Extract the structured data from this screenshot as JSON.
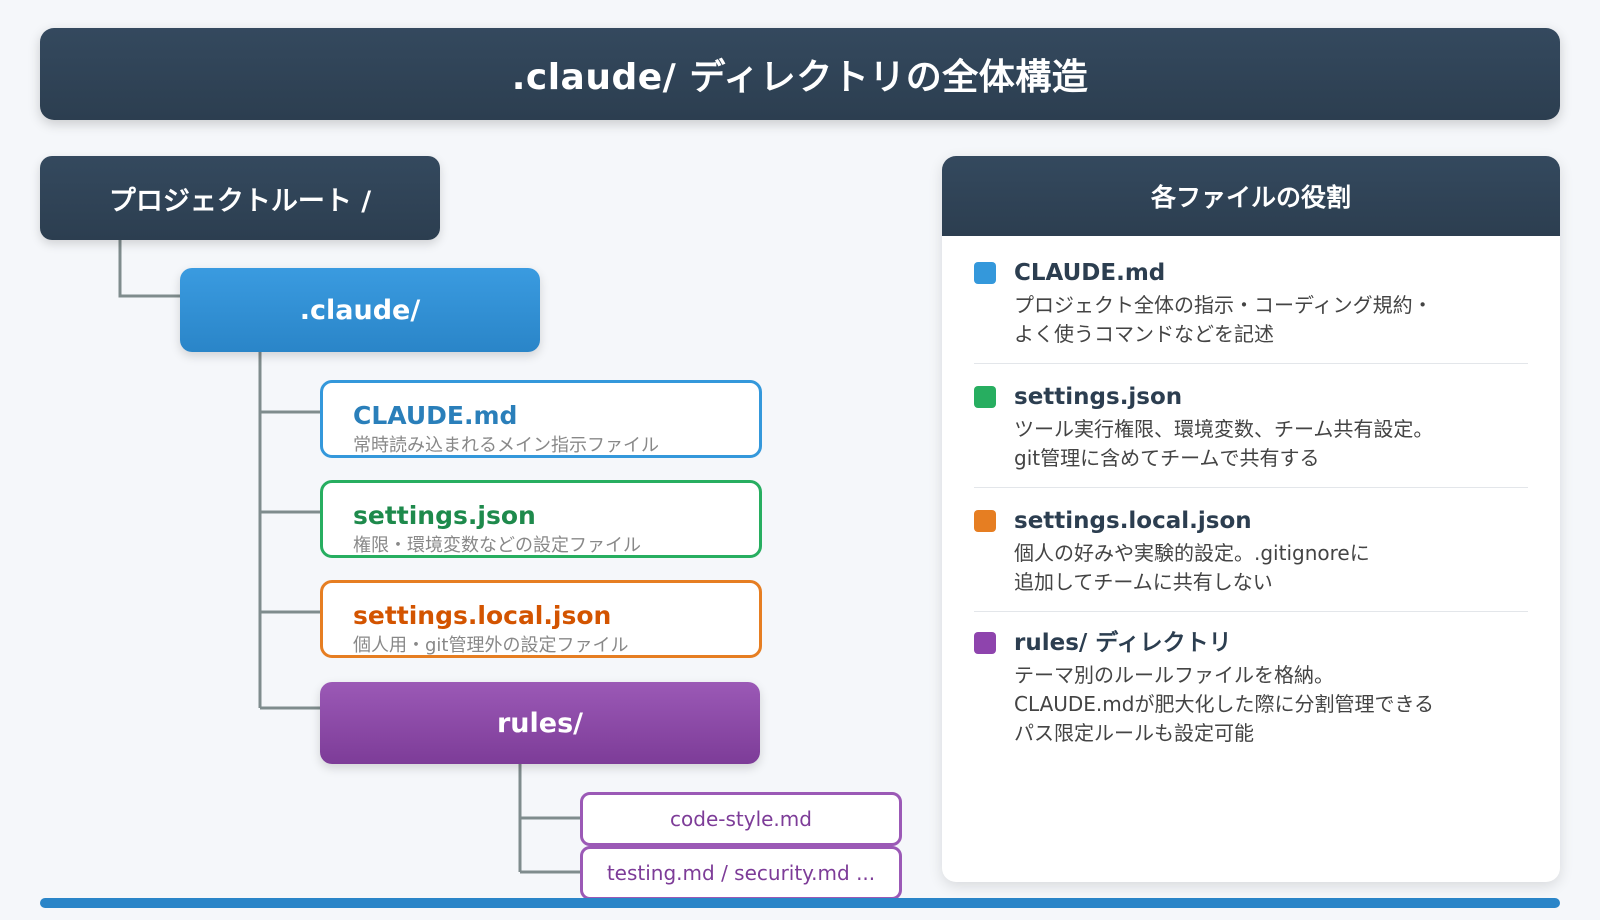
{
  "title": ".claude/ ディレクトリの全体構造",
  "tree": {
    "root": "プロジェクトルート /",
    "claude_dir": ".claude/",
    "files": [
      {
        "name": "CLAUDE.md",
        "desc": "常時読み込まれるメイン指示ファイル",
        "color": "#3498db"
      },
      {
        "name": "settings.json",
        "desc": "権限・環境変数などの設定ファイル",
        "color": "#27ae60"
      },
      {
        "name": "settings.local.json",
        "desc": "個人用・git管理外の設定ファイル",
        "color": "#e67e22"
      }
    ],
    "rules_dir": "rules/",
    "rule_files": [
      "code-style.md",
      "testing.md / security.md ..."
    ]
  },
  "legend": {
    "title": "各ファイルの役割",
    "items": [
      {
        "name": "CLAUDE.md",
        "color": "#3498db",
        "lines": [
          "プロジェクト全体の指示・コーディング規約・",
          "よく使うコマンドなどを記述"
        ]
      },
      {
        "name": "settings.json",
        "color": "#27ae60",
        "lines": [
          "ツール実行権限、環境変数、チーム共有設定。",
          "git管理に含めてチームで共有する"
        ]
      },
      {
        "name": "settings.local.json",
        "color": "#e67e22",
        "lines": [
          "個人の好みや実験的設定。.gitignoreに",
          "追加してチームに共有しない"
        ]
      },
      {
        "name": "rules/ ディレクトリ",
        "color": "#8e44ad",
        "lines": [
          "テーマ別のルールファイルを格納。",
          "CLAUDE.mdが肥大化した際に分割管理できる",
          "パス限定ルールも設定可能"
        ]
      }
    ]
  },
  "colors": {
    "dark": "#2c3e50",
    "blue": "#3498db",
    "green": "#27ae60",
    "orange": "#e67e22",
    "purple": "#9b59b6",
    "line": "#7f8c8d"
  }
}
